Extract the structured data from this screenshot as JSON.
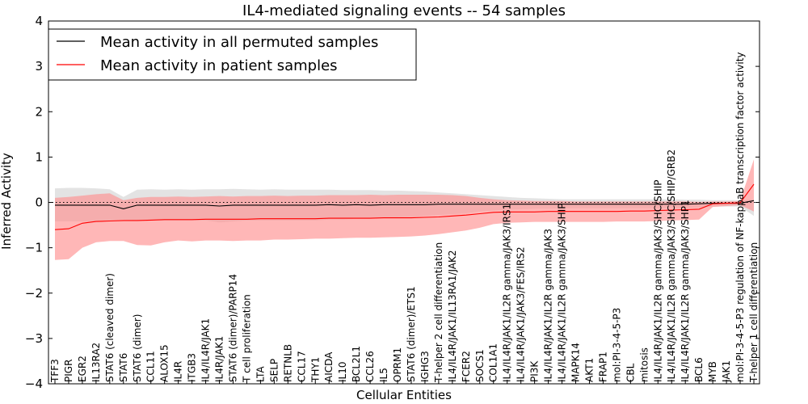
{
  "chart_data": {
    "type": "line",
    "title": "IL4-mediated signaling events -- 54 samples",
    "xlabel": "Cellular Entities",
    "ylabel": "Inferred Activity",
    "ylim": [
      -4,
      4
    ],
    "yticks": [
      -4,
      -3,
      -2,
      -1,
      0,
      1,
      2,
      3,
      4
    ],
    "ytick_labels": [
      "−4",
      "−3",
      "−2",
      "−1",
      "0",
      "1",
      "2",
      "3",
      "4"
    ],
    "grid": false,
    "legend_position": "top-left",
    "colors": {
      "permuted": "#000000",
      "patient": "#ff0000",
      "permuted_band": "#c0c0c0",
      "patient_band": "#ff9090"
    },
    "categories": [
      "TFF3",
      "PIGR",
      "EGR2",
      "IL13RA2",
      "STAT6 (cleaved dimer)",
      "STAT6",
      "STAT6 (dimer)",
      "CCL11",
      "ALOX15",
      "IL4R",
      "ITGB3",
      "IL4/IL4R/JAK1",
      "IL4R/JAK1",
      "STAT6 (dimer)/PARP14",
      "T cell proliferation",
      "LTA",
      "SELP",
      "RETNLB",
      "CCL17",
      "THY1",
      "AICDA",
      "IL10",
      "BCL2L1",
      "CCL26",
      "IL5",
      "OPRM1",
      "STAT6 (dimer)/ETS1",
      "IGHG3",
      "T-helper 2 cell differentiation",
      "IL4/IL4R/JAK1/IL13RA1/JAK2",
      "FCER2",
      "SOCS1",
      "COL1A1",
      "IL4/IL4R/JAK1/IL2R gamma/JAK3/IRS1",
      "IL4/IL4R/JAK1/JAK3/FES/IRS2",
      "PI3K",
      "IL4/IL4R/JAK1/IL2R gamma/JAK3",
      "IL4/IL4R/JAK1/IL2R gamma/JAK3/SHIP",
      "MAPK14",
      "AKT1",
      "FRAP1",
      "mol:PI-3-4-5-P3",
      "CBL",
      "mitosis",
      "IL4/IL4R/JAK1/IL2R gamma/JAK3/SHC/SHIP",
      "IL4/IL4R/JAK1/IL2R gamma/JAK3/SHC/SHIP/GRB2",
      "IL4/IL4R/JAK1/IL2R gamma/JAK3/SHP1",
      "BCL6",
      "MYB",
      "JAK1",
      "mol:PI-3-4-5-P3 regulation of NF-kappaB transcription factor activity",
      "T-helper 1 cell differentiation"
    ],
    "series": [
      {
        "name": "Mean activity in all permuted samples",
        "values": [
          -0.06,
          -0.06,
          -0.06,
          -0.06,
          -0.06,
          -0.14,
          -0.06,
          -0.06,
          -0.06,
          -0.06,
          -0.06,
          -0.06,
          -0.08,
          -0.06,
          -0.06,
          -0.06,
          -0.06,
          -0.06,
          -0.06,
          -0.06,
          -0.05,
          -0.06,
          -0.05,
          -0.06,
          -0.05,
          -0.05,
          -0.05,
          -0.05,
          -0.04,
          -0.04,
          -0.04,
          -0.04,
          -0.04,
          -0.04,
          -0.04,
          -0.04,
          -0.04,
          -0.04,
          -0.04,
          -0.04,
          -0.04,
          -0.04,
          -0.04,
          -0.04,
          -0.04,
          -0.04,
          -0.04,
          -0.03,
          -0.02,
          -0.02,
          -0.02,
          0.04
        ],
        "upper": [
          0.31,
          0.32,
          0.32,
          0.31,
          0.29,
          0.12,
          0.28,
          0.29,
          0.28,
          0.29,
          0.28,
          0.29,
          0.29,
          0.3,
          0.29,
          0.28,
          0.29,
          0.28,
          0.28,
          0.28,
          0.28,
          0.27,
          0.27,
          0.27,
          0.26,
          0.26,
          0.25,
          0.24,
          0.22,
          0.2,
          0.18,
          0.16,
          0.14,
          0.12,
          0.1,
          0.09,
          0.08,
          0.07,
          0.07,
          0.07,
          0.07,
          0.07,
          0.07,
          0.07,
          0.07,
          0.07,
          0.06,
          0.06,
          0.05,
          0.05,
          0.05,
          0.06
        ],
        "lower": [
          -0.42,
          -0.42,
          -0.42,
          -0.42,
          -0.4,
          -0.38,
          -0.4,
          -0.4,
          -0.4,
          -0.4,
          -0.4,
          -0.4,
          -0.44,
          -0.42,
          -0.4,
          -0.4,
          -0.4,
          -0.4,
          -0.4,
          -0.4,
          -0.38,
          -0.38,
          -0.36,
          -0.36,
          -0.34,
          -0.33,
          -0.32,
          -0.3,
          -0.28,
          -0.26,
          -0.24,
          -0.2,
          -0.18,
          -0.16,
          -0.15,
          -0.14,
          -0.14,
          -0.13,
          -0.13,
          -0.13,
          -0.13,
          -0.13,
          -0.13,
          -0.13,
          -0.13,
          -0.12,
          -0.12,
          -0.11,
          -0.09,
          -0.09,
          -0.09,
          -0.3
        ]
      },
      {
        "name": "Mean activity in patient samples",
        "values": [
          -0.6,
          -0.58,
          -0.46,
          -0.42,
          -0.41,
          -0.4,
          -0.4,
          -0.39,
          -0.38,
          -0.38,
          -0.38,
          -0.37,
          -0.37,
          -0.37,
          -0.37,
          -0.36,
          -0.36,
          -0.36,
          -0.36,
          -0.36,
          -0.35,
          -0.35,
          -0.35,
          -0.35,
          -0.34,
          -0.34,
          -0.34,
          -0.33,
          -0.32,
          -0.3,
          -0.28,
          -0.25,
          -0.22,
          -0.21,
          -0.21,
          -0.21,
          -0.2,
          -0.2,
          -0.2,
          -0.2,
          -0.2,
          -0.2,
          -0.19,
          -0.19,
          -0.18,
          -0.17,
          -0.16,
          -0.15,
          -0.03,
          -0.02,
          -0.01,
          0.4
        ],
        "upper": [
          0.1,
          0.12,
          0.15,
          0.18,
          0.2,
          0.05,
          0.1,
          0.12,
          0.12,
          0.13,
          0.12,
          0.13,
          0.14,
          0.13,
          0.14,
          0.14,
          0.15,
          0.14,
          0.15,
          0.15,
          0.16,
          0.16,
          0.16,
          0.17,
          0.16,
          0.17,
          0.17,
          0.17,
          0.17,
          0.16,
          0.14,
          0.1,
          0.07,
          0.05,
          0.04,
          0.03,
          0.03,
          0.03,
          0.02,
          0.02,
          0.02,
          0.02,
          0.02,
          0.02,
          0.02,
          0.02,
          0.02,
          0.01,
          0.02,
          0.02,
          0.03,
          0.95
        ],
        "lower": [
          -1.27,
          -1.25,
          -1.0,
          -0.88,
          -0.85,
          -0.85,
          -0.94,
          -0.95,
          -0.88,
          -0.84,
          -0.86,
          -0.84,
          -0.84,
          -0.85,
          -0.84,
          -0.84,
          -0.82,
          -0.82,
          -0.81,
          -0.8,
          -0.8,
          -0.79,
          -0.78,
          -0.78,
          -0.77,
          -0.76,
          -0.75,
          -0.73,
          -0.7,
          -0.66,
          -0.62,
          -0.56,
          -0.48,
          -0.45,
          -0.44,
          -0.43,
          -0.43,
          -0.43,
          -0.43,
          -0.43,
          -0.43,
          -0.42,
          -0.42,
          -0.42,
          -0.41,
          -0.4,
          -0.39,
          -0.38,
          -0.1,
          -0.08,
          -0.06,
          -0.2
        ]
      }
    ]
  }
}
